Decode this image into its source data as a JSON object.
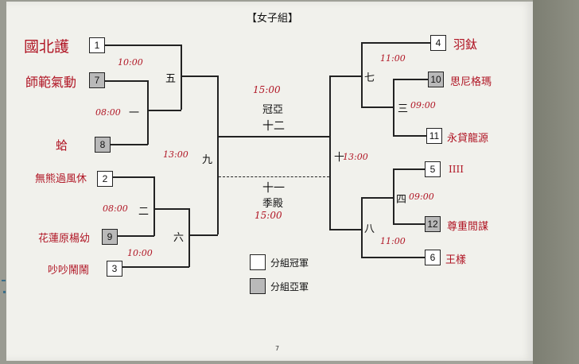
{
  "title": "【女子組】",
  "page_number": "7",
  "left_teams": [
    {
      "seed": "1",
      "name": "國北護"
    },
    {
      "seed": "7",
      "name": "師範氣動"
    },
    {
      "seed": "8",
      "name": "蛤"
    },
    {
      "seed": "2",
      "name": "無熊過風休"
    },
    {
      "seed": "9",
      "name": "花蓮原楊幼"
    },
    {
      "seed": "3",
      "name": "吵吵鬧鬧"
    }
  ],
  "right_teams": [
    {
      "seed": "4",
      "name": "羽鈦"
    },
    {
      "seed": "10",
      "name": "思尼格瑪"
    },
    {
      "seed": "11",
      "name": "永貸龍源"
    },
    {
      "seed": "5",
      "name": "IIII"
    },
    {
      "seed": "12",
      "name": "尊重閒謀"
    },
    {
      "seed": "6",
      "name": "王樣"
    }
  ],
  "rounds": {
    "r1": "一",
    "r2": "二",
    "r3": "三",
    "r4": "四",
    "r5": "五",
    "r6": "六",
    "r7": "七",
    "r8": "八",
    "r9": "九",
    "r10": "十",
    "r11": "十一",
    "r12": "十二"
  },
  "times": {
    "r1": "08:00",
    "r2": "08:00",
    "r3": "09:00",
    "r4": "09:00",
    "r5": "10:00",
    "r6": "10:00",
    "r7": "11:00",
    "r8": "11:00",
    "r9": "13:00",
    "r10": "13:00",
    "r11": "15:00",
    "r12": "15:00"
  },
  "final_label": "冠亞",
  "third_label": "季殿",
  "legend": [
    {
      "label": "分組冠軍",
      "color": "#ffffff"
    },
    {
      "label": "分組亞軍",
      "color": "#b9b9b9"
    }
  ]
}
